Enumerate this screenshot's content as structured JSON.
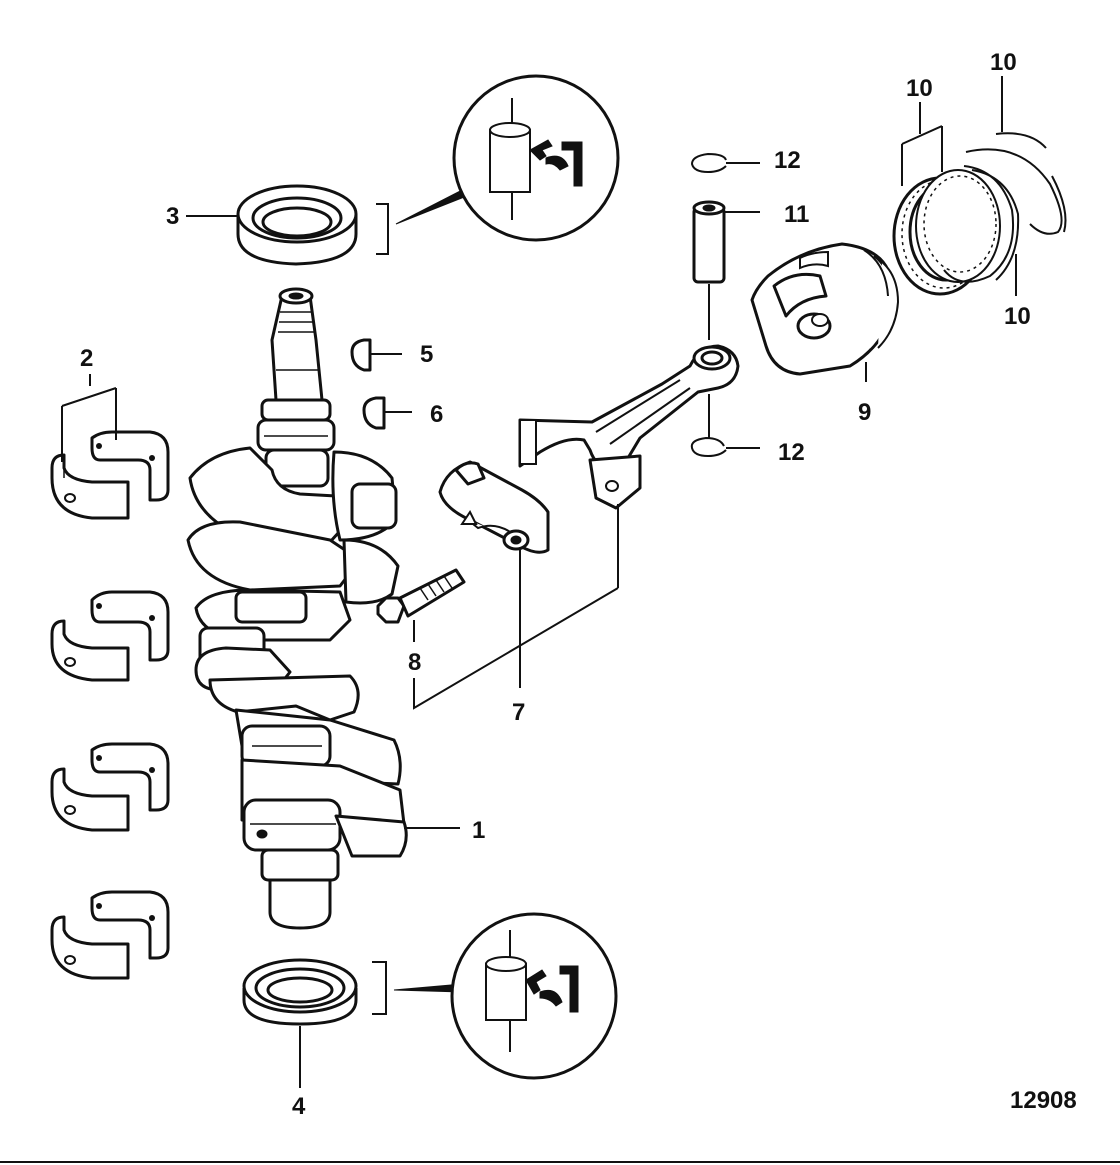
{
  "callouts": {
    "c1": "1",
    "c2": "2",
    "c3": "3",
    "c4": "4",
    "c5": "5",
    "c6": "6",
    "c7": "7",
    "c8": "8",
    "c9": "9",
    "c10a": "10",
    "c10b": "10",
    "c10c": "10",
    "c11": "11",
    "c12a": "12",
    "c12b": "12"
  },
  "figure_number": "12908"
}
